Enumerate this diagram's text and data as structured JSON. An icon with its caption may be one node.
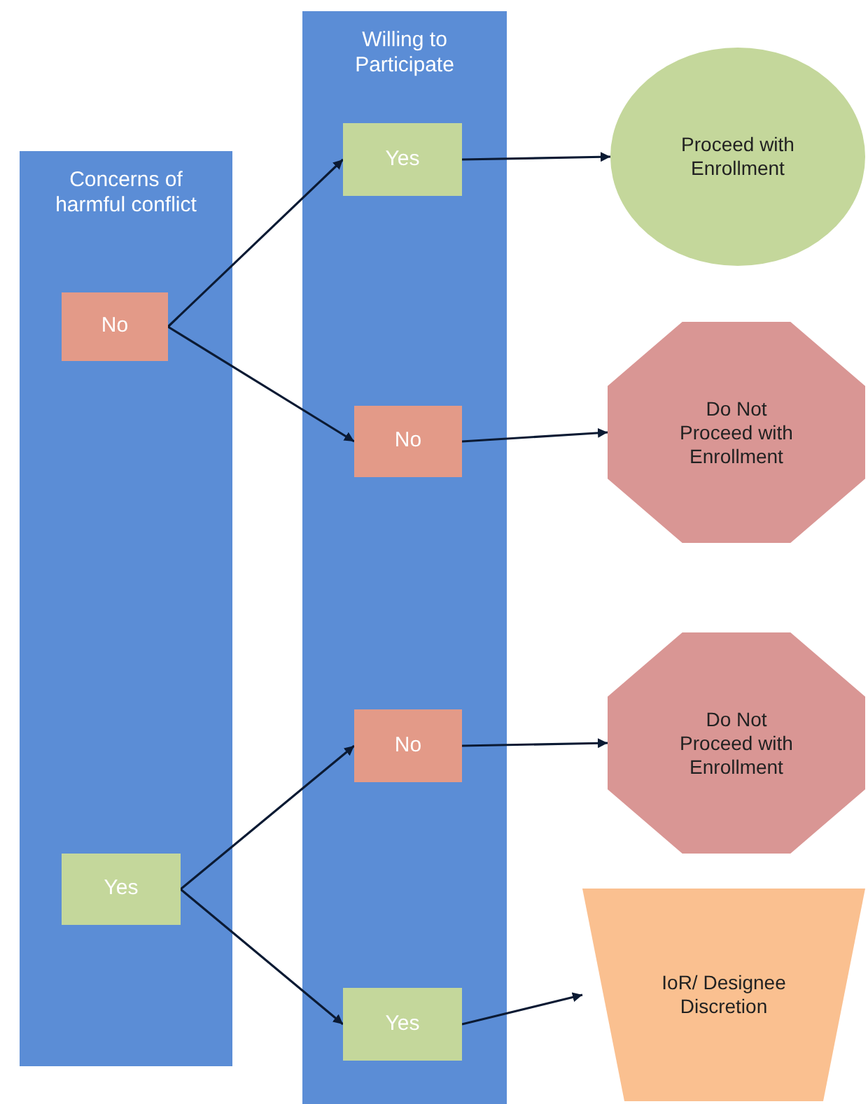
{
  "diagram": {
    "nodes": [
      {
        "text": [
          "Concerns of harmful conflict"
        ]
      },
      {
        "text": [
          "No"
        ],
        "in": 0
      },
      {
        "text": [
          "Yes"
        ],
        "in": 0
      },
      {
        "text": [
          "Willing to Participate"
        ]
      },
      {
        "text": [
          "Yes"
        ],
        "in": 3
      },
      {
        "text": [
          "No"
        ],
        "in": 3
      },
      {
        "text": [
          "No"
        ],
        "in": 3
      },
      {
        "text": [
          "Yes"
        ],
        "in": 3
      },
      {
        "text": [
          "Proceed with Enrollment"
        ]
      },
      {
        "text": [
          "Do Not Proceed with Enrollment"
        ]
      },
      {
        "text": [
          "Do Not Proceed with Enrollment"
        ]
      },
      {
        "text": [
          "IoR/ Designee Discretion"
        ]
      }
    ],
    "edges": [
      {
        "from": 1,
        "to": 4,
        "arrow": "to"
      },
      {
        "from": 1,
        "to": 5,
        "arrow": "to"
      },
      {
        "from": 2,
        "to": 6,
        "arrow": "to"
      },
      {
        "from": 2,
        "to": 7,
        "arrow": "to"
      },
      {
        "from": 4,
        "to": 8,
        "arrow": "to"
      },
      {
        "from": 5,
        "to": 9,
        "arrow": "to"
      },
      {
        "from": 6,
        "to": 10,
        "arrow": "to"
      },
      {
        "from": 7,
        "to": 11,
        "arrow": "to"
      }
    ]
  }
}
